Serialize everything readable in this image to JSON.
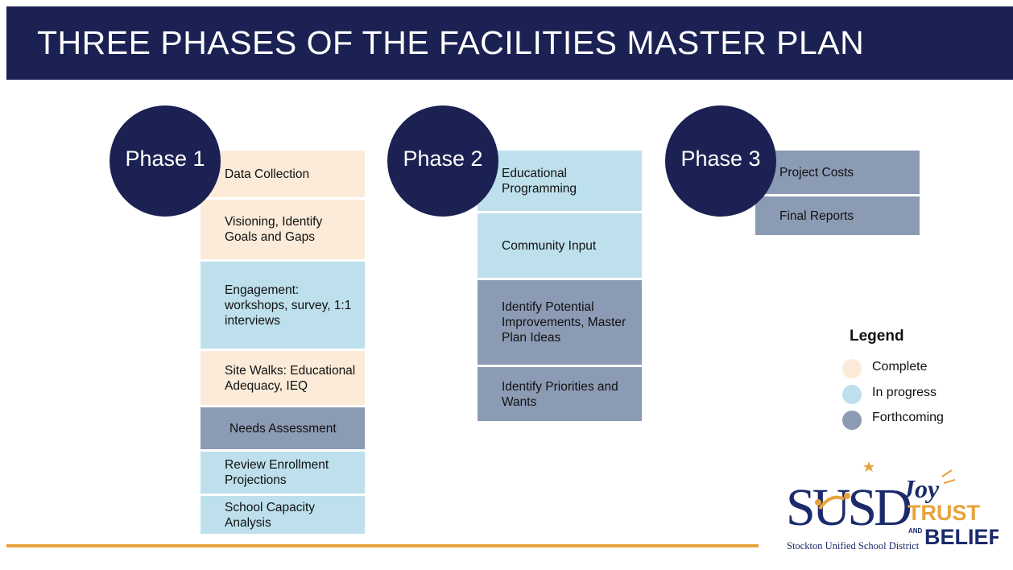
{
  "title": "THREE PHASES OF THE FACILITIES MASTER PLAN",
  "colors": {
    "navy": "#1b2152",
    "complete": "#fbebd8",
    "in_progress": "#bde0ec",
    "forthcoming": "#8c9bb4",
    "accent_orange": "#e8a33c"
  },
  "phases": [
    {
      "label": "Phase 1",
      "items": [
        {
          "text": "Data Collection",
          "status": "complete"
        },
        {
          "text": "Visioning, Identify Goals and Gaps",
          "status": "complete"
        },
        {
          "text": "Engagement: workshops, survey, 1:1 interviews",
          "status": "in_progress"
        },
        {
          "text": "Site Walks: Educational Adequacy, IEQ",
          "status": "complete"
        },
        {
          "text": "Needs Assessment",
          "status": "forthcoming"
        },
        {
          "text": "Review Enrollment Projections",
          "status": "in_progress"
        },
        {
          "text": "School Capacity Analysis",
          "status": "in_progress"
        }
      ]
    },
    {
      "label": "Phase 2",
      "items": [
        {
          "text": "Educational Programming",
          "status": "in_progress"
        },
        {
          "text": "Community Input",
          "status": "in_progress"
        },
        {
          "text": "Identify Potential Improvements, Master Plan Ideas",
          "status": "forthcoming"
        },
        {
          "text": "Identify Priorities and Wants",
          "status": "forthcoming"
        }
      ]
    },
    {
      "label": "Phase 3",
      "items": [
        {
          "text": "Project Costs",
          "status": "forthcoming"
        },
        {
          "text": "Final Reports",
          "status": "forthcoming"
        }
      ]
    }
  ],
  "legend": {
    "title": "Legend",
    "entries": [
      {
        "label": "Complete",
        "status": "complete"
      },
      {
        "label": "In progress",
        "status": "in_progress"
      },
      {
        "label": "Forthcoming",
        "status": "forthcoming"
      }
    ]
  },
  "logo": {
    "district_initials": "SUSD",
    "district_name": "Stockton Unified School District",
    "slogan_joy": "Joy",
    "slogan_trust": "TRUST",
    "slogan_and": "AND",
    "slogan_belief": "BELIEF"
  }
}
